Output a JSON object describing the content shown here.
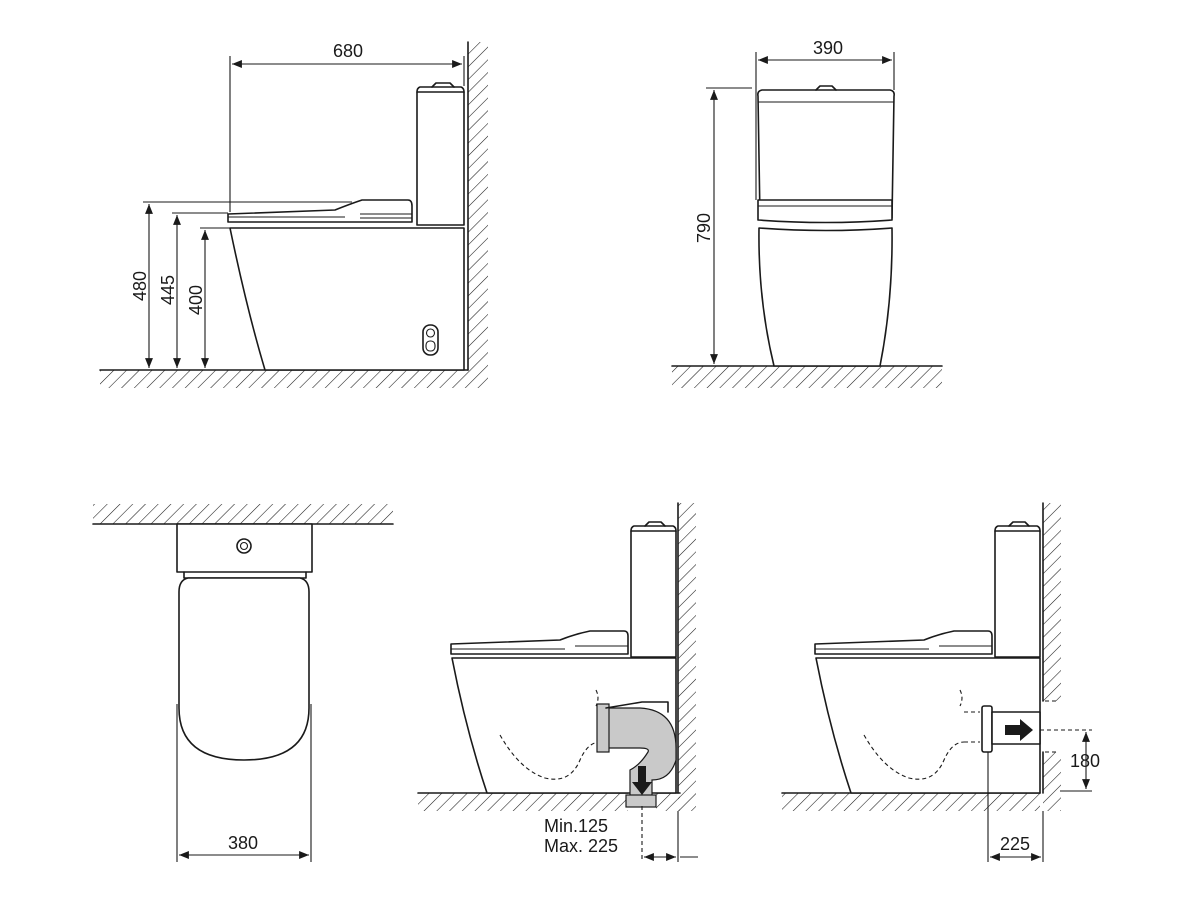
{
  "views": {
    "side_elevation": {
      "dim_depth": "680",
      "dim_seat_480": "480",
      "dim_seat_445": "445",
      "dim_rim_400": "400"
    },
    "front_elevation": {
      "dim_width": "390",
      "dim_height": "790"
    },
    "plan_view": {
      "dim_width": "380"
    },
    "floor_outlet_view": {
      "dim_min": "Min.125",
      "dim_max": "Max. 225"
    },
    "wall_outlet_view": {
      "dim_height": "180",
      "dim_offset": "225"
    }
  },
  "colors": {
    "line": "#1a1a1a",
    "pipe_fill": "#c9c9c9",
    "background": "#ffffff"
  }
}
